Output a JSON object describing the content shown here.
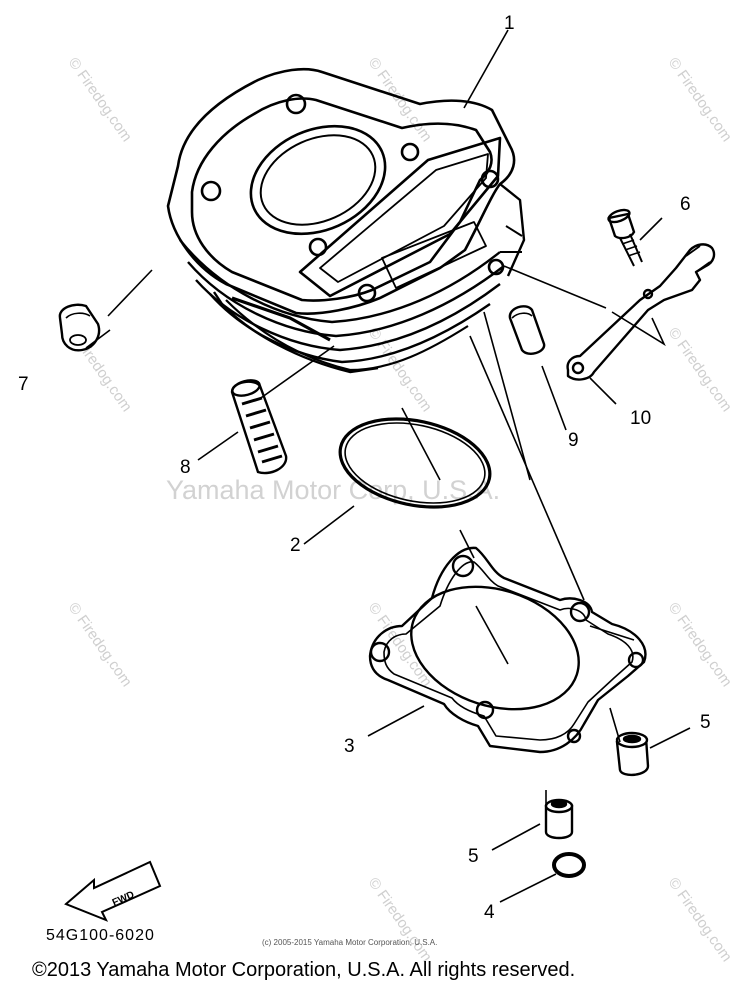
{
  "callouts": [
    "1",
    "2",
    "3",
    "4",
    "5",
    "5",
    "6",
    "7",
    "8",
    "9",
    "10"
  ],
  "watermark_site": "© Firedog.com",
  "watermark_center": "Yamaha Motor Corp, U.S.A.",
  "fwd_label": "FWD",
  "part_code": "54G100-6020",
  "small_copyright": "(c) 2005-2015 Yamaha Motor Corporation, U.S.A.",
  "copyright": "©2013 Yamaha Motor Corporation, U.S.A. All rights reserved."
}
